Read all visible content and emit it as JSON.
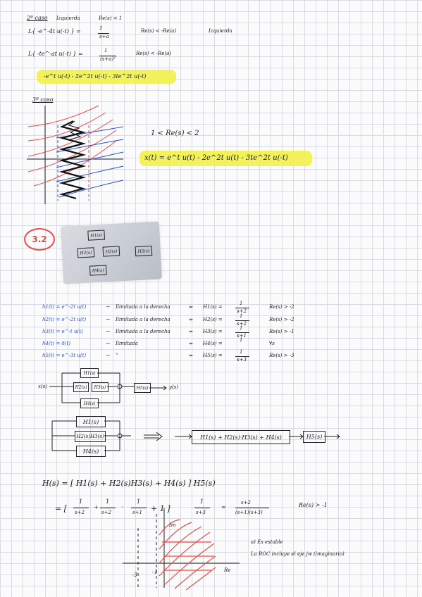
{
  "case2": {
    "heading": "2º caso",
    "heading_note": "Izquierda",
    "heading_roc": "Re(s) < 1",
    "eq1_left": "L{ -e^-4t u(-t) } =",
    "eq1_frac_num": "1",
    "eq1_frac_den": "s+a",
    "eq1_roc": "Re(s) < -Re(a)",
    "eq1_note": "Izquierda",
    "eq2_left": "L{ -te^-at u(-t) } =",
    "eq2_frac_num": "1",
    "eq2_frac_den": "(s+a)²",
    "eq2_roc": "Re(s) < -Re(a)",
    "highlight": "-e^t u(-t) - 2e^2t u(-t) - 3te^2t u(-t)"
  },
  "case3": {
    "heading": "3º caso",
    "roc": "1 < Re(s) < 2",
    "highlight": "x(t) = e^t u(t) - 2e^2t u(t) - 3te^2t u(-t)"
  },
  "exercise": {
    "badge": "3.2",
    "photo_blocks": [
      "H1(s)",
      "H2(s)",
      "H3(s)",
      "H4(s)",
      "H5(s)"
    ]
  },
  "impulse_rows": [
    {
      "h": "h1(t) = e^-2t u(t)",
      "desc": "Ilimitada a la derecha",
      "H": "H1(s) =",
      "num": "1",
      "den": "s+2",
      "roc": "Re(s) > -2"
    },
    {
      "h": "h2(t) = e^-2t u(t)",
      "desc": "Ilimitada a la derecha",
      "H": "H2(s) =",
      "num": "1",
      "den": "s+2",
      "roc": "Re(s) > -2"
    },
    {
      "h": "h3(t) = e^-t u(t)",
      "desc": "Ilimitada a la derecha",
      "H": "H3(s) =",
      "num": "1",
      "den": "s+1",
      "roc": "Re(s) > -1"
    },
    {
      "h": "h4(t) = δ(t)",
      "desc": "Ilimitada",
      "H": "H4(s) =",
      "num": "1",
      "den": "",
      "roc": "∀s"
    },
    {
      "h": "h5(t) = e^-3t u(t)",
      "desc": "\"",
      "H": "H5(s) =",
      "num": "1",
      "den": "s+3",
      "roc": "Re(s) > -3"
    }
  ],
  "block1": {
    "input": "x(s)",
    "output": "y(s)",
    "top": "H1(s)",
    "mid_a": "H2(s)",
    "mid_b": "H3(s)",
    "bottom": "H4(s)",
    "final": "H5(s)"
  },
  "block2": {
    "top": "H1(s)",
    "mid": "H2(s)H3(s)",
    "bottom": "H4(s)",
    "combined": "H1(s) + H2(s)·H3(s) + H4(s)",
    "final": "H5(s)"
  },
  "transfer": {
    "line1": "H(s) = [ H1(s) + H2(s)H3(s) + H4(s) ] H5(s)",
    "eq_start": "= [",
    "f1n": "1",
    "f1d": "s+2",
    "f2n": "1",
    "f2d": "s+2",
    "f3n": "1",
    "f3d": "s+1",
    "plus1": "+ 1 ]",
    "f4n": "1",
    "f4d": "s+3",
    "result_n": "s+2",
    "result_d": "(s+1)(s+3)",
    "roc": "Re(s) > -1"
  },
  "conclusion": {
    "a": "a) Es estable",
    "b": "La ROC incluye el eje jw (imaginario)"
  },
  "plot": {
    "im_label": "Im",
    "re_label": "Re",
    "tick_m3": "-3",
    "tick_m1": "-1"
  },
  "colors": {
    "highlight": "#f2f04a",
    "ink_blue": "#2b4fd6",
    "ink_red": "#ef4a4a"
  }
}
